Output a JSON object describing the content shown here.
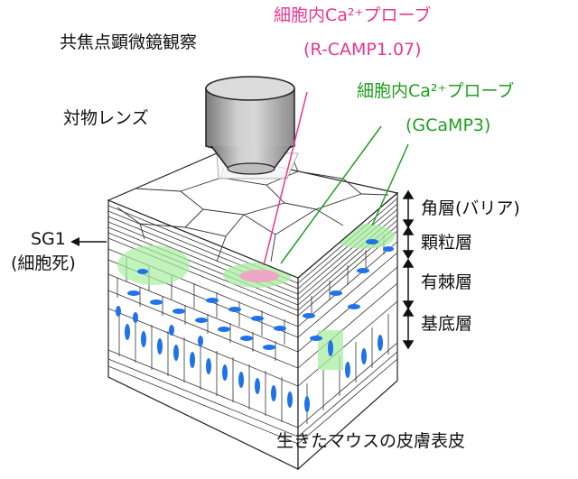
{
  "labels": {
    "microscope": "共焦点顕微鏡観察",
    "objective": "対物レンズ",
    "probe_red_line1": "細胞内Ca²⁺プローブ",
    "probe_red_line2": "(R-CAMP1.07)",
    "probe_green_line1": "細胞内Ca²⁺プローブ",
    "probe_green_line2": "(GCaMP3)",
    "sg1": "SG1",
    "sg1_note": "(細胞死)",
    "layer_corneum": "角層(バリア)",
    "layer_granular": "顆粒層",
    "layer_spinous": "有棘層",
    "layer_basal": "基底層",
    "caption": "生きたマウスの皮膚表皮"
  },
  "colors": {
    "pink": "#e8378f",
    "green": "#1f9e1f",
    "green_fill": "#a9eea0",
    "nucleus": "#1e73e8",
    "pink_cell": "#f3a0c8"
  }
}
